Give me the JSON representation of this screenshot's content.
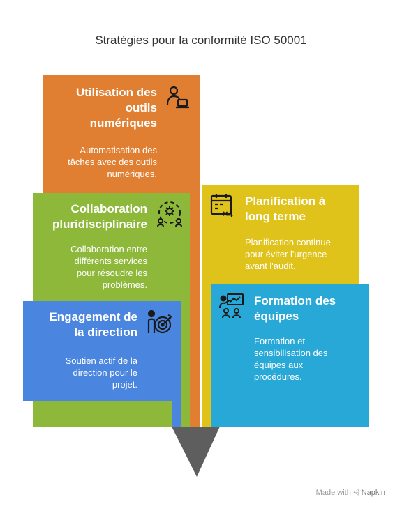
{
  "title": "Stratégies pour la conformité ISO 50001",
  "colors": {
    "orange": "#E07F31",
    "green": "#8EB83A",
    "blue": "#4A86DF",
    "yellow": "#DFC21A",
    "cyan": "#28A8D6",
    "tip": "#5E5E5E"
  },
  "cards": {
    "outils": {
      "title_lines": [
        "Utilisation des",
        "outils",
        "numériques"
      ],
      "desc_lines": [
        "Automatisation des",
        "tâches avec des outils",
        "numériques."
      ],
      "icon": "person-laptop-icon"
    },
    "collaboration": {
      "title_lines": [
        "Collaboration",
        "pluridisciplinaire"
      ],
      "desc_lines": [
        "Collaboration entre",
        "différents services",
        "pour résoudre les",
        "problèmes."
      ],
      "icon": "team-gear-icon"
    },
    "engagement": {
      "title_lines": [
        "Engagement de",
        "la direction"
      ],
      "desc_lines": [
        "Soutien actif de la",
        "direction pour le",
        "projet."
      ],
      "icon": "person-target-icon"
    },
    "planification": {
      "title_lines": [
        "Planification à",
        "long terme"
      ],
      "desc_lines": [
        "Planification continue",
        "pour éviter l'urgence",
        "avant l'audit."
      ],
      "icon": "calendar-x4-icon"
    },
    "formation": {
      "title_lines": [
        "Formation des",
        "équipes"
      ],
      "desc_lines": [
        "Formation et",
        "sensibilisation des",
        "équipes aux",
        "procédures."
      ],
      "icon": "presentation-icon"
    }
  },
  "footer": {
    "made_with": "Made with",
    "brand": "Napkin"
  }
}
